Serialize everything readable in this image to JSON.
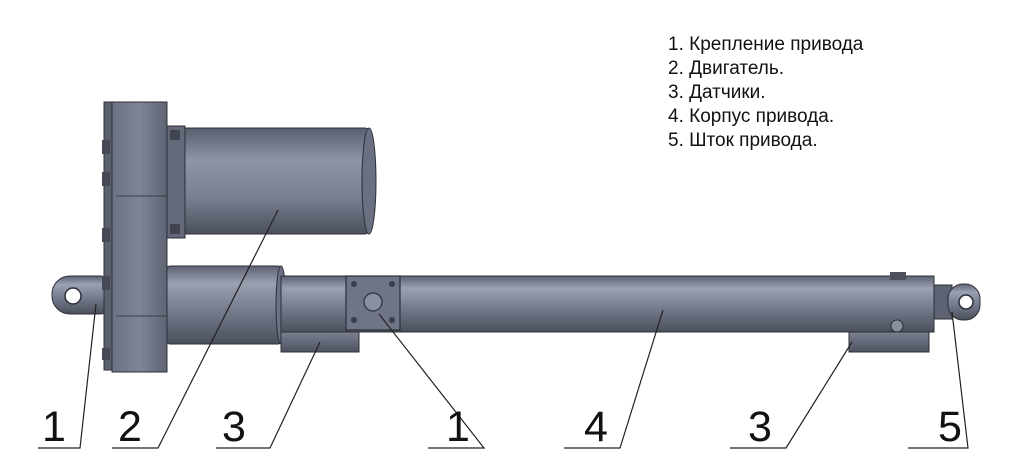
{
  "legend": [
    "1. Крепление привода",
    "2. Двигатель.",
    "3. Датчики.",
    "4. Корпус привода.",
    "5. Шток привода."
  ],
  "callouts": [
    {
      "id": "mount-left",
      "label": "1",
      "part": "mount"
    },
    {
      "id": "motor",
      "label": "2",
      "part": "motor"
    },
    {
      "id": "sensor-left",
      "label": "3",
      "part": "sensor"
    },
    {
      "id": "mount-middle",
      "label": "1",
      "part": "mount"
    },
    {
      "id": "body",
      "label": "4",
      "part": "housing"
    },
    {
      "id": "sensor-right",
      "label": "3",
      "part": "sensor"
    },
    {
      "id": "rod",
      "label": "5",
      "part": "rod"
    }
  ],
  "colors": {
    "metal_dark": "#545a68",
    "metal_mid": "#7c8294",
    "metal_light": "#b7bcc9",
    "outline": "#2c2f36",
    "line": "#222222"
  }
}
